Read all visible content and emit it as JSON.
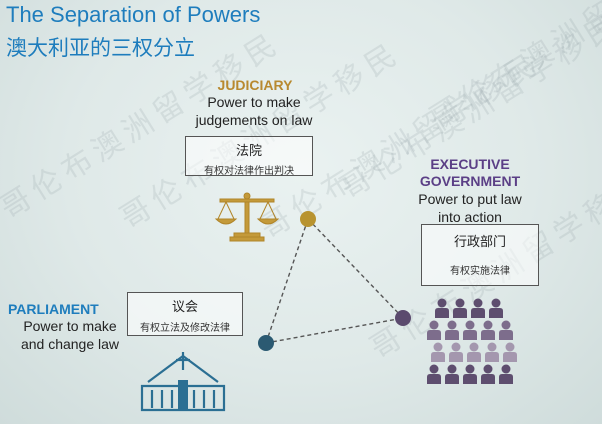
{
  "title": {
    "english": "The Separation of Powers",
    "chinese": "澳大利亚的三权分立"
  },
  "judiciary": {
    "heading": "JUDICIARY",
    "description_line1": "Power to make",
    "description_line2": "judgements on law",
    "box_title": "法院",
    "box_subtitle": "有权对法律作出判决",
    "color": "#b8892f",
    "icon": "scales-of-justice-icon"
  },
  "executive": {
    "heading_line1": "EXECUTIVE",
    "heading_line2": "GOVERNMENT",
    "description_line1": "Power to put law",
    "description_line2": "into action",
    "box_title": "行政部门",
    "box_subtitle": "有权实施法律",
    "color": "#5b3f86",
    "icon": "people-group-icon"
  },
  "parliament": {
    "heading": "PARLIAMENT",
    "description_line1": "Power to make",
    "description_line2": "and change law",
    "box_title": "议会",
    "box_subtitle": "有权立法及修改法律",
    "color": "#1e7dbd",
    "icon": "parliament-building-icon"
  },
  "watermark": "哥伦布澳洲留学移民",
  "colors": {
    "title": "#1e7dbd",
    "node_gold": "#b8932f",
    "node_purple": "#5b4a6e",
    "node_blue": "#2b5a72"
  }
}
